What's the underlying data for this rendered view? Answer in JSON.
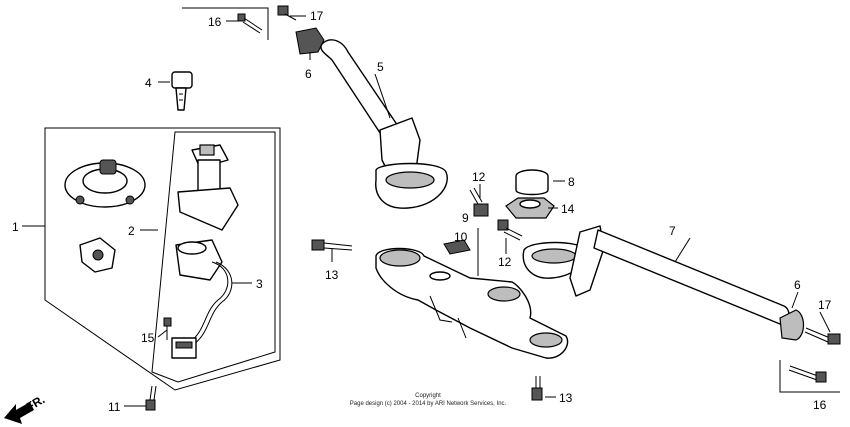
{
  "callouts": {
    "c1": "1",
    "c2": "2",
    "c3": "3",
    "c4": "4",
    "c5": "5",
    "c6a": "6",
    "c6b": "6",
    "c7": "7",
    "c8": "8",
    "c9": "9",
    "c10": "10",
    "c11": "11",
    "c12a": "12",
    "c12b": "12",
    "c13a": "13",
    "c13b": "13",
    "c14": "14",
    "c15": "15",
    "c16a": "16",
    "c16b": "16",
    "c17a": "17",
    "c17b": "17"
  },
  "copyright": {
    "line1": "Copyright",
    "line2": "Page design (c) 2004 - 2014 by ARI Network Services, Inc."
  },
  "front_arrow_label": "FR."
}
